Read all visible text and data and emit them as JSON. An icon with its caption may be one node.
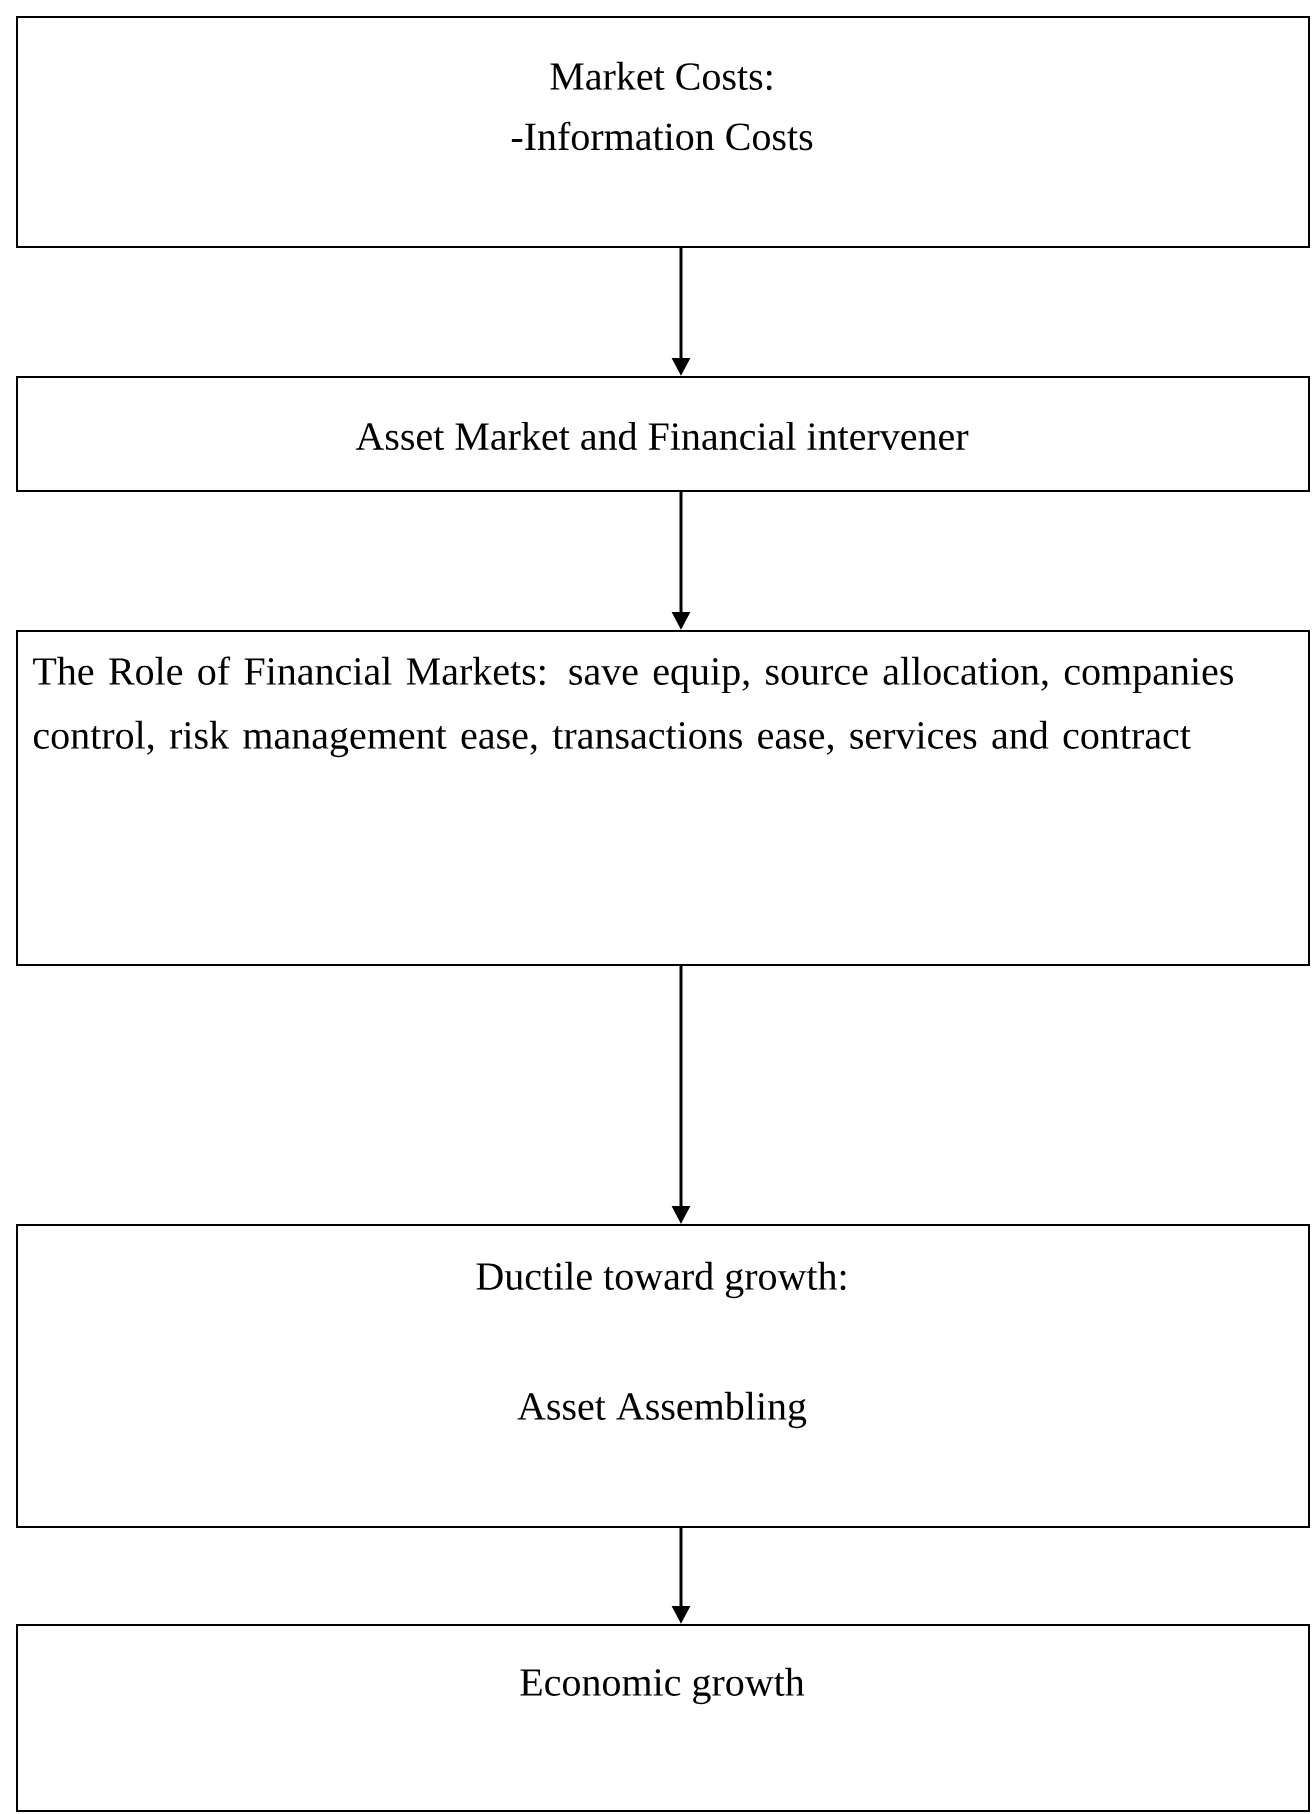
{
  "diagram": {
    "nodes": [
      {
        "text": [
          "Market Costs:",
          "-Information Costs"
        ]
      },
      {
        "text": [
          "Asset Market and Financial intervener"
        ]
      },
      {
        "text": [
          "The Role of Financial Markets: save equip, source allocation, companies control, risk management ease, transactions ease, services and contract"
        ]
      },
      {
        "text": [
          "Ductile toward growth:",
          "Asset Assembling"
        ]
      },
      {
        "text": [
          "Economic growth"
        ]
      }
    ],
    "edges": [
      {
        "from": 0,
        "to": 1,
        "arrow": "to"
      },
      {
        "from": 1,
        "to": 2,
        "arrow": "to"
      },
      {
        "from": 2,
        "to": 3,
        "arrow": "to"
      },
      {
        "from": 3,
        "to": 4,
        "arrow": "to"
      }
    ]
  }
}
